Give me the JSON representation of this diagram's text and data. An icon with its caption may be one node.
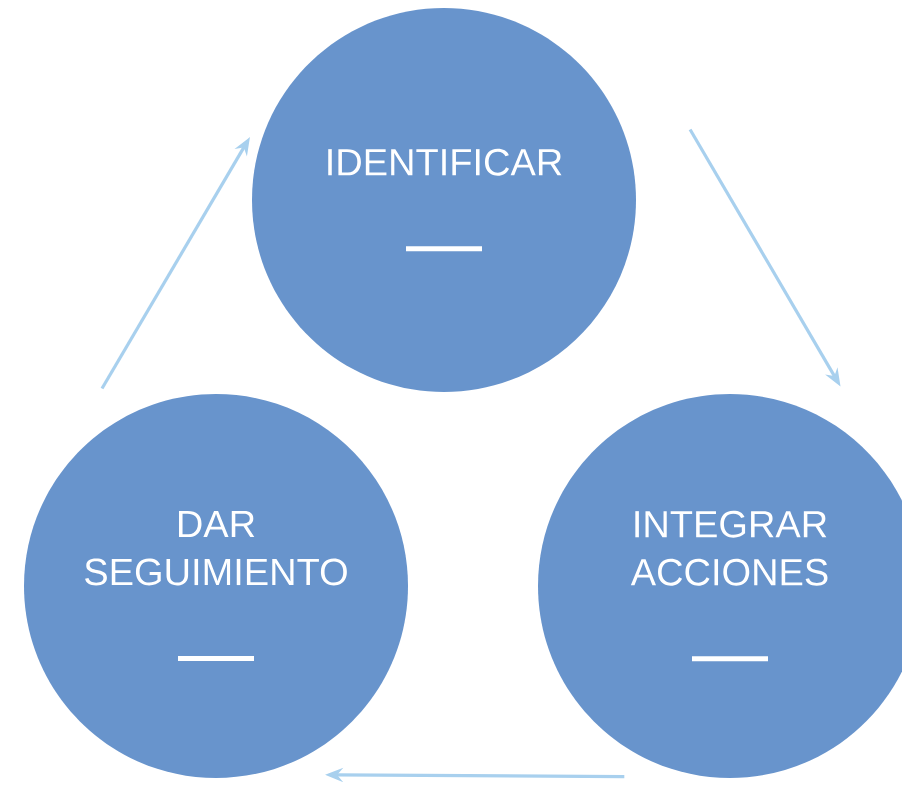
{
  "diagram": {
    "nodes": [
      {
        "text": [
          "IDENTIFICAR"
        ]
      },
      {
        "text": [
          "DAR SEGUIMIENTO"
        ]
      },
      {
        "text": [
          "INTEGRAR ACCIONES"
        ]
      }
    ],
    "edges": [
      {
        "from": 0,
        "to": 2,
        "arrow": "to"
      },
      {
        "from": 2,
        "to": 1,
        "arrow": "to"
      },
      {
        "from": 1,
        "to": 0,
        "arrow": "to"
      }
    ]
  }
}
